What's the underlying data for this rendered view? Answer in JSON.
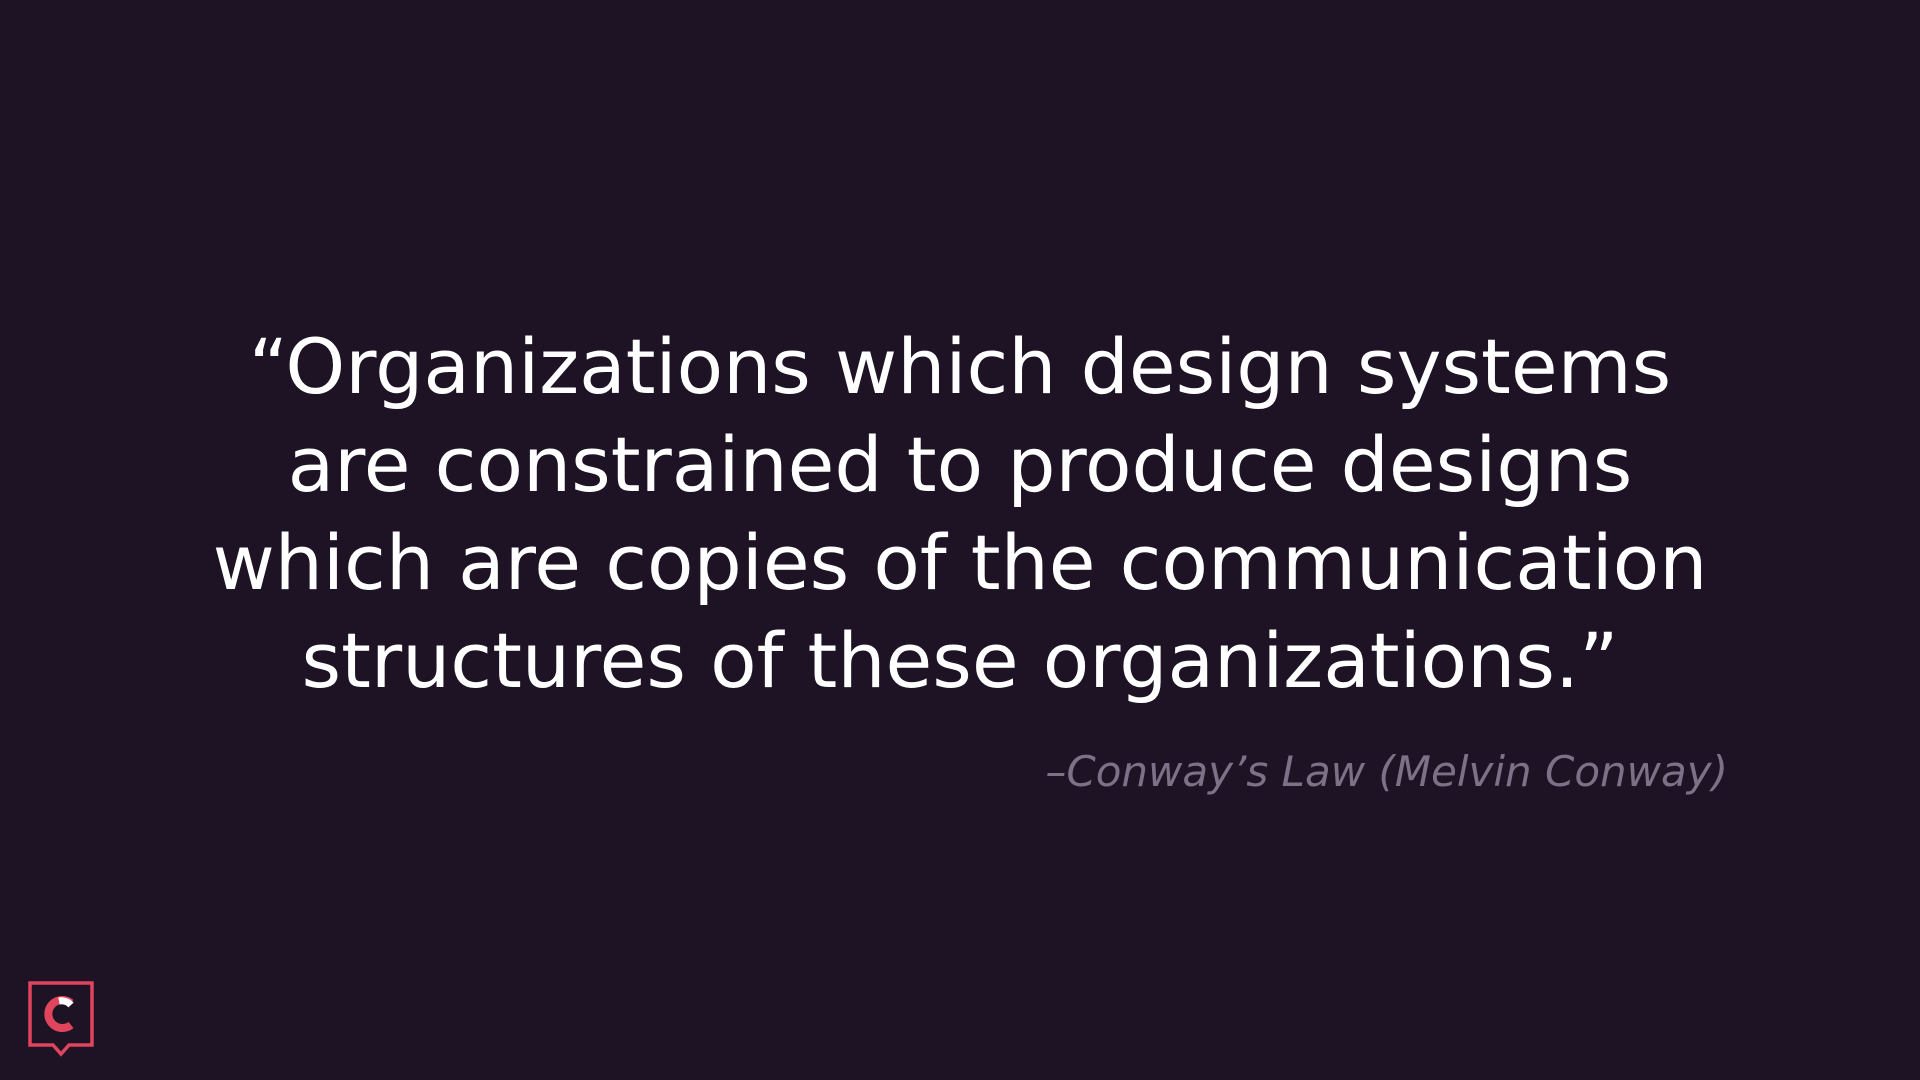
{
  "slide": {
    "quote_lines": [
      "“Organizations which design systems",
      "are constrained to produce designs",
      "which are copies of the communication",
      "structures of these organizations.”"
    ],
    "attribution": "–Conway’s Law (Melvin Conway)",
    "logo": {
      "icon": "c-speech-bubble-logo",
      "accent_color": "#e0455d"
    }
  },
  "colors": {
    "background": "#1e1324",
    "quote_text": "#ffffff",
    "attribution_text": "#7d7188"
  }
}
